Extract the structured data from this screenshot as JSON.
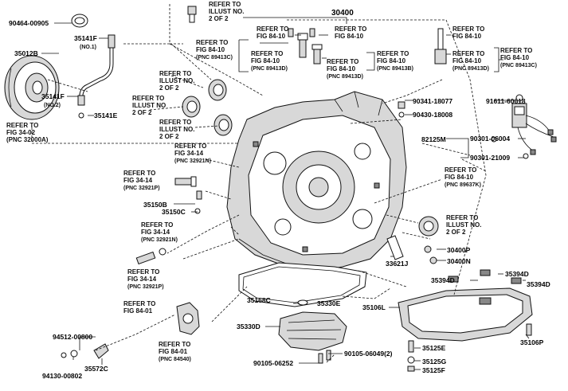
{
  "part_labels": [
    {
      "id": "90464-00905",
      "text": "90464-00905"
    },
    {
      "id": "35141F-1",
      "text": "35141F"
    },
    {
      "id": "no1",
      "text": "(NO.1)"
    },
    {
      "id": "35012B",
      "text": "35012B"
    },
    {
      "id": "35141F-2",
      "text": "35141F"
    },
    {
      "id": "no2",
      "text": "(NO.2)"
    },
    {
      "id": "35141E",
      "text": "35141E"
    },
    {
      "id": "30400",
      "text": "30400"
    },
    {
      "id": "90341-18077",
      "text": "90341-18077"
    },
    {
      "id": "90430-18008",
      "text": "90430-18008"
    },
    {
      "id": "91611-60618",
      "text": "91611-60618"
    },
    {
      "id": "82125M",
      "text": "82125M"
    },
    {
      "id": "90301-06004",
      "text": "90301-06004"
    },
    {
      "id": "90301-21009",
      "text": "90301-21009"
    },
    {
      "id": "35150B",
      "text": "35150B"
    },
    {
      "id": "35150C",
      "text": "35150C"
    },
    {
      "id": "30400P",
      "text": "30400P"
    },
    {
      "id": "30400N",
      "text": "30400N"
    },
    {
      "id": "33621J",
      "text": "33621J"
    },
    {
      "id": "35394D-a",
      "text": "35394D"
    },
    {
      "id": "35394D-b",
      "text": "35394D"
    },
    {
      "id": "35394D-c",
      "text": "35394D"
    },
    {
      "id": "35168C",
      "text": "35168C"
    },
    {
      "id": "35330E",
      "text": "35330E"
    },
    {
      "id": "35106L",
      "text": "35106L"
    },
    {
      "id": "35330D",
      "text": "35330D"
    },
    {
      "id": "35106P",
      "text": "35106P"
    },
    {
      "id": "35125E",
      "text": "35125E"
    },
    {
      "id": "35125G",
      "text": "35125G"
    },
    {
      "id": "35125F",
      "text": "35125F"
    },
    {
      "id": "90105-06049",
      "text": "90105-06049(2)"
    },
    {
      "id": "90105-06252",
      "text": "90105-06252"
    },
    {
      "id": "94512-00800",
      "text": "94512-00800"
    },
    {
      "id": "94130-00802",
      "text": "94130-00802"
    },
    {
      "id": "35572C",
      "text": "35572C"
    }
  ],
  "refer_labels": [
    {
      "id": "ref-34-02",
      "lines": [
        "REFER TO",
        "FIG 34-02",
        "(PNC 32000A)"
      ]
    },
    {
      "id": "ref-illus-top",
      "lines": [
        "REFER TO",
        "ILLUST NO.",
        "2 OF 2"
      ]
    },
    {
      "id": "ref-84-10-a",
      "lines": [
        "REFER TO",
        "FIG 84-10"
      ]
    },
    {
      "id": "ref-84-10-b",
      "lines": [
        "REFER TO",
        "FIG 84-10"
      ]
    },
    {
      "id": "ref-84-10-c",
      "lines": [
        "REFER TO",
        "FIG 84-10"
      ]
    },
    {
      "id": "ref-84-10-89413c-l",
      "lines": [
        "REFER TO",
        "FIG 84-10",
        "(PNC 89413C)"
      ]
    },
    {
      "id": "ref-84-10-89413d-l",
      "lines": [
        "REFER TO",
        "FIG 84-10",
        "(PNC 89413D)"
      ]
    },
    {
      "id": "ref-84-10-89413d-m",
      "lines": [
        "REFER TO",
        "FIG 84-10",
        "(PNC 89413D)"
      ]
    },
    {
      "id": "ref-84-10-89413b",
      "lines": [
        "REFER TO",
        "FIG 84-10",
        "(PNC 89413B)"
      ]
    },
    {
      "id": "ref-84-10-89413d-r",
      "lines": [
        "REFER TO",
        "FIG 84-10",
        "(PNC 89413D)"
      ]
    },
    {
      "id": "ref-84-10-89413c-r",
      "lines": [
        "REFER TO",
        "FIG 84-10",
        "(PNC 89413C)"
      ]
    },
    {
      "id": "ref-illus-1",
      "lines": [
        "REFER TO",
        "ILLUST NO.",
        "2 OF 2"
      ]
    },
    {
      "id": "ref-illus-2",
      "lines": [
        "REFER TO",
        "ILLUST NO",
        "2 OF 2"
      ]
    },
    {
      "id": "ref-illus-3",
      "lines": [
        "REFER TO",
        "ILLUST NO.",
        "2 OF 2"
      ]
    },
    {
      "id": "ref-34-14-a",
      "lines": [
        "REFER TO",
        "FIG 34-14",
        "(PNC 32921N)"
      ]
    },
    {
      "id": "ref-34-14-b",
      "lines": [
        "REFER TO",
        "FIG 34-14",
        "(PNC 32921P)"
      ]
    },
    {
      "id": "ref-34-14-c",
      "lines": [
        "REFER TO",
        "FIG 34-14",
        "(PNC 32921N)"
      ]
    },
    {
      "id": "ref-34-14-d",
      "lines": [
        "REFER TO",
        "FIG 34-14",
        "(PNC 32921P)"
      ]
    },
    {
      "id": "ref-84-10-89637k",
      "lines": [
        "REFER TO",
        "FIG 84-10",
        "(PNC 89637K)"
      ]
    },
    {
      "id": "ref-illus-4",
      "lines": [
        "REFER TO",
        "ILLUST NO.",
        "2 OF 2"
      ]
    },
    {
      "id": "ref-84-01-a",
      "lines": [
        "REFER TO",
        "FIG 84-01"
      ]
    },
    {
      "id": "ref-84-01-b",
      "lines": [
        "REFER TO",
        "FIG 84-01",
        "(PNC 84540)"
      ]
    }
  ]
}
